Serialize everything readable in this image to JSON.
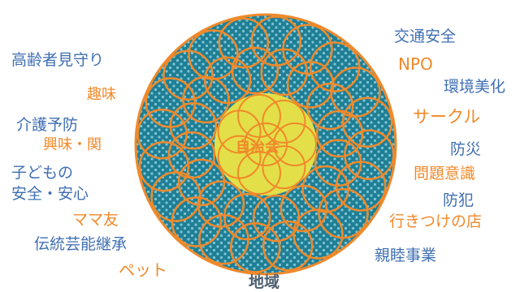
{
  "diagram": {
    "center_label": "自治会",
    "bottom_label": "地域",
    "colors": {
      "teal": "#1f7f94",
      "dot": "#7fc3d6",
      "ring": "#f0892a",
      "core": "#e3df48",
      "blue_text": "#3f6fb2",
      "orange_text": "#f0892a"
    },
    "left_labels": [
      {
        "text": "高齢者見守り",
        "color": "blue"
      },
      {
        "text": "趣味",
        "color": "orange"
      },
      {
        "text": "介護予防",
        "color": "blue"
      },
      {
        "text": "興味・関",
        "color": "orange"
      },
      {
        "text": "子どもの",
        "color": "blue"
      },
      {
        "text": "安全・安心",
        "color": "blue"
      },
      {
        "text": "ママ友",
        "color": "orange"
      },
      {
        "text": "伝統芸能継承",
        "color": "blue"
      },
      {
        "text": "ペット",
        "color": "orange"
      }
    ],
    "right_labels": [
      {
        "text": "交通安全",
        "color": "blue"
      },
      {
        "text": "NPO",
        "color": "orange"
      },
      {
        "text": "環境美化",
        "color": "blue"
      },
      {
        "text": "サークル",
        "color": "orange"
      },
      {
        "text": "防災",
        "color": "blue"
      },
      {
        "text": "問題意識",
        "color": "orange"
      },
      {
        "text": "防犯",
        "color": "blue"
      },
      {
        "text": "行きつけの店",
        "color": "orange"
      },
      {
        "text": "親睦事業",
        "color": "blue"
      }
    ]
  }
}
